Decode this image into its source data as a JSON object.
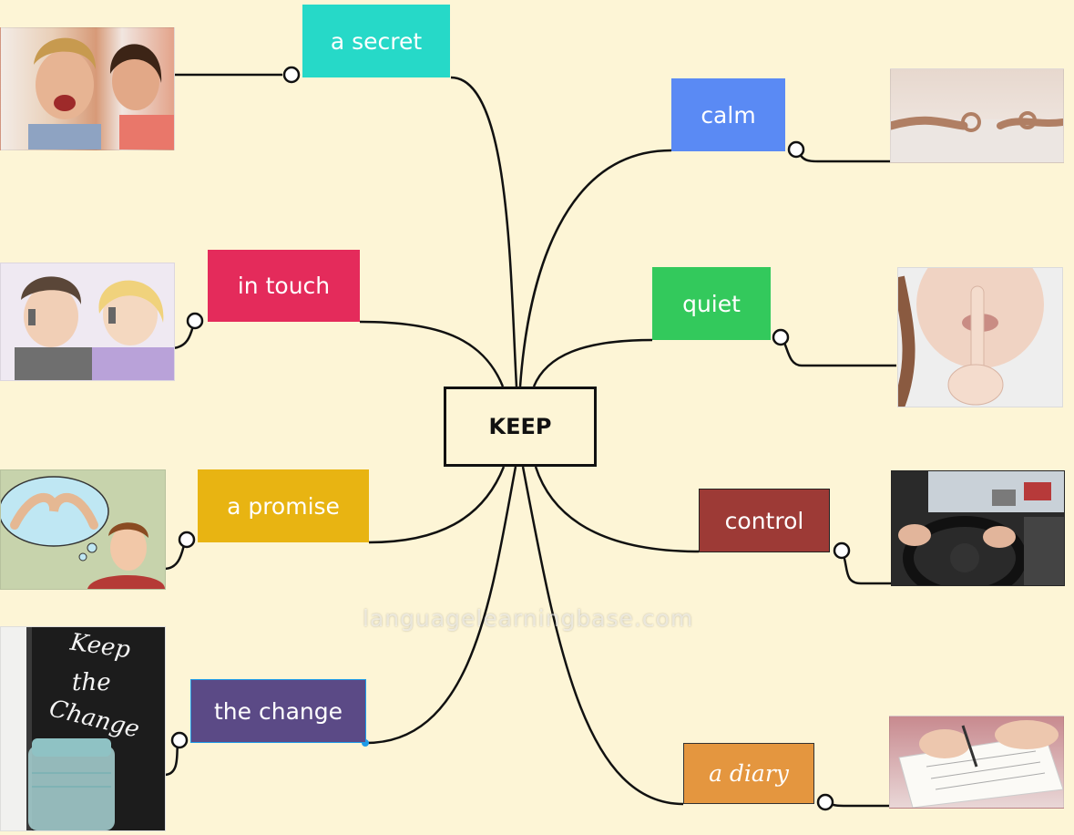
{
  "center_label": "KEEP",
  "watermark": "languagelearningbase.com",
  "branches": [
    {
      "id": "secret",
      "label": "a secret",
      "color": "#26d9c8",
      "picture": "two women whispering a secret"
    },
    {
      "id": "touch",
      "label": "in touch",
      "color": "#e42b5b",
      "picture": "man and woman talking on phones"
    },
    {
      "id": "promise",
      "label": "a promise",
      "color": "#e8b412",
      "picture": "man thinking of pinky promise"
    },
    {
      "id": "change",
      "label": "the change",
      "color": "#5b4a86",
      "picture": "keep the change sign with jar"
    },
    {
      "id": "calm",
      "label": "calm",
      "color": "#5a8af4",
      "picture": "meditating hands"
    },
    {
      "id": "quiet",
      "label": "quiet",
      "color": "#33c95c",
      "picture": "woman with finger on lips"
    },
    {
      "id": "control",
      "label": "control",
      "color": "#9d3a36",
      "picture": "hands on car steering wheel"
    },
    {
      "id": "diary",
      "label": "a diary",
      "color": "#e4963f",
      "picture": "hand writing in a notebook"
    }
  ],
  "sign_text": [
    "Keep",
    "the",
    "Change"
  ]
}
